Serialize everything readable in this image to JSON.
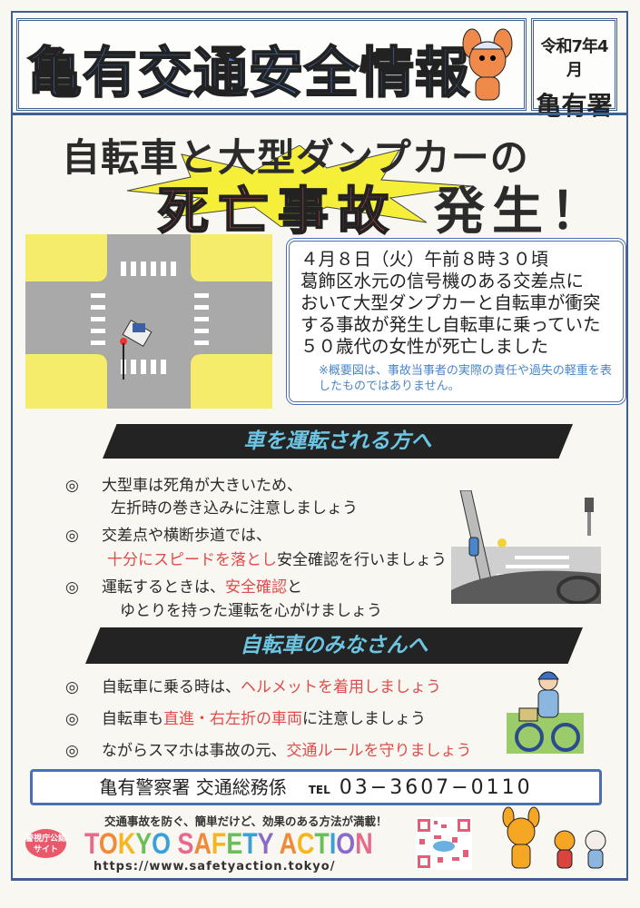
{
  "header": {
    "title": "亀有交通安全情報",
    "date": "令和7年4月",
    "station": "亀有署"
  },
  "headline": {
    "line1": "自転車と大型ダンプカーの",
    "emphasis": "死亡事故",
    "suffix": "発生！"
  },
  "incident": {
    "lines": [
      "４月８日（火）午前８時３０頃",
      "葛飾区水元の信号機のある交差点に",
      "おいて大型ダンプカーと自転車が衝突",
      "する事故が発生し自転車に乗っていた",
      "５０歳代の女性が死亡しました"
    ],
    "note": "※概要図は、事故当事者の実際の責任や過失の軽重を表したものではありません。"
  },
  "drivers": {
    "heading": "車を運転される方へ",
    "bullet": "◎",
    "items": [
      {
        "a": "大型車は死角が大きいため、",
        "b": "左折時の巻き込みに注意しましょう",
        "b_red": ""
      },
      {
        "a": "交差点や横断歩道では、",
        "b_red": "十分にスピードを落とし",
        "b": "安全確認を行いましょう"
      },
      {
        "a": "運転するときは、",
        "a_red": "安全確認",
        "a2": "と",
        "b": "ゆとりを持った運転を心がけましょう"
      }
    ]
  },
  "cyclists": {
    "heading": "自転車のみなさんへ",
    "items": [
      {
        "a": "自転車に乗る時は、",
        "red": "ヘルメットを着用しましょう",
        "c": ""
      },
      {
        "a": "自転車も",
        "red": "直進・右左折の車両",
        "c": "に注意しましょう"
      },
      {
        "a": "ながらスマホは事故の元、",
        "red": "交通ルールを守りましょう",
        "c": ""
      }
    ]
  },
  "contact": {
    "org": "亀有警察署 交通総務係",
    "tel_label": "TEL",
    "tel": "03−3607−0110"
  },
  "footer": {
    "tagline": "交通事故を防ぐ、簡単だけど、効果のある方法が満載！",
    "badge": "警視庁公認サイト",
    "logo": "TOKYO SAFETY ACTION",
    "url": "https://www.safetyaction.tokyo/"
  },
  "colors": {
    "title_blue": "#4a78c4",
    "frame": "#3e5f92",
    "red": "#e24b4b",
    "banner_text": "#6cc6e3"
  }
}
